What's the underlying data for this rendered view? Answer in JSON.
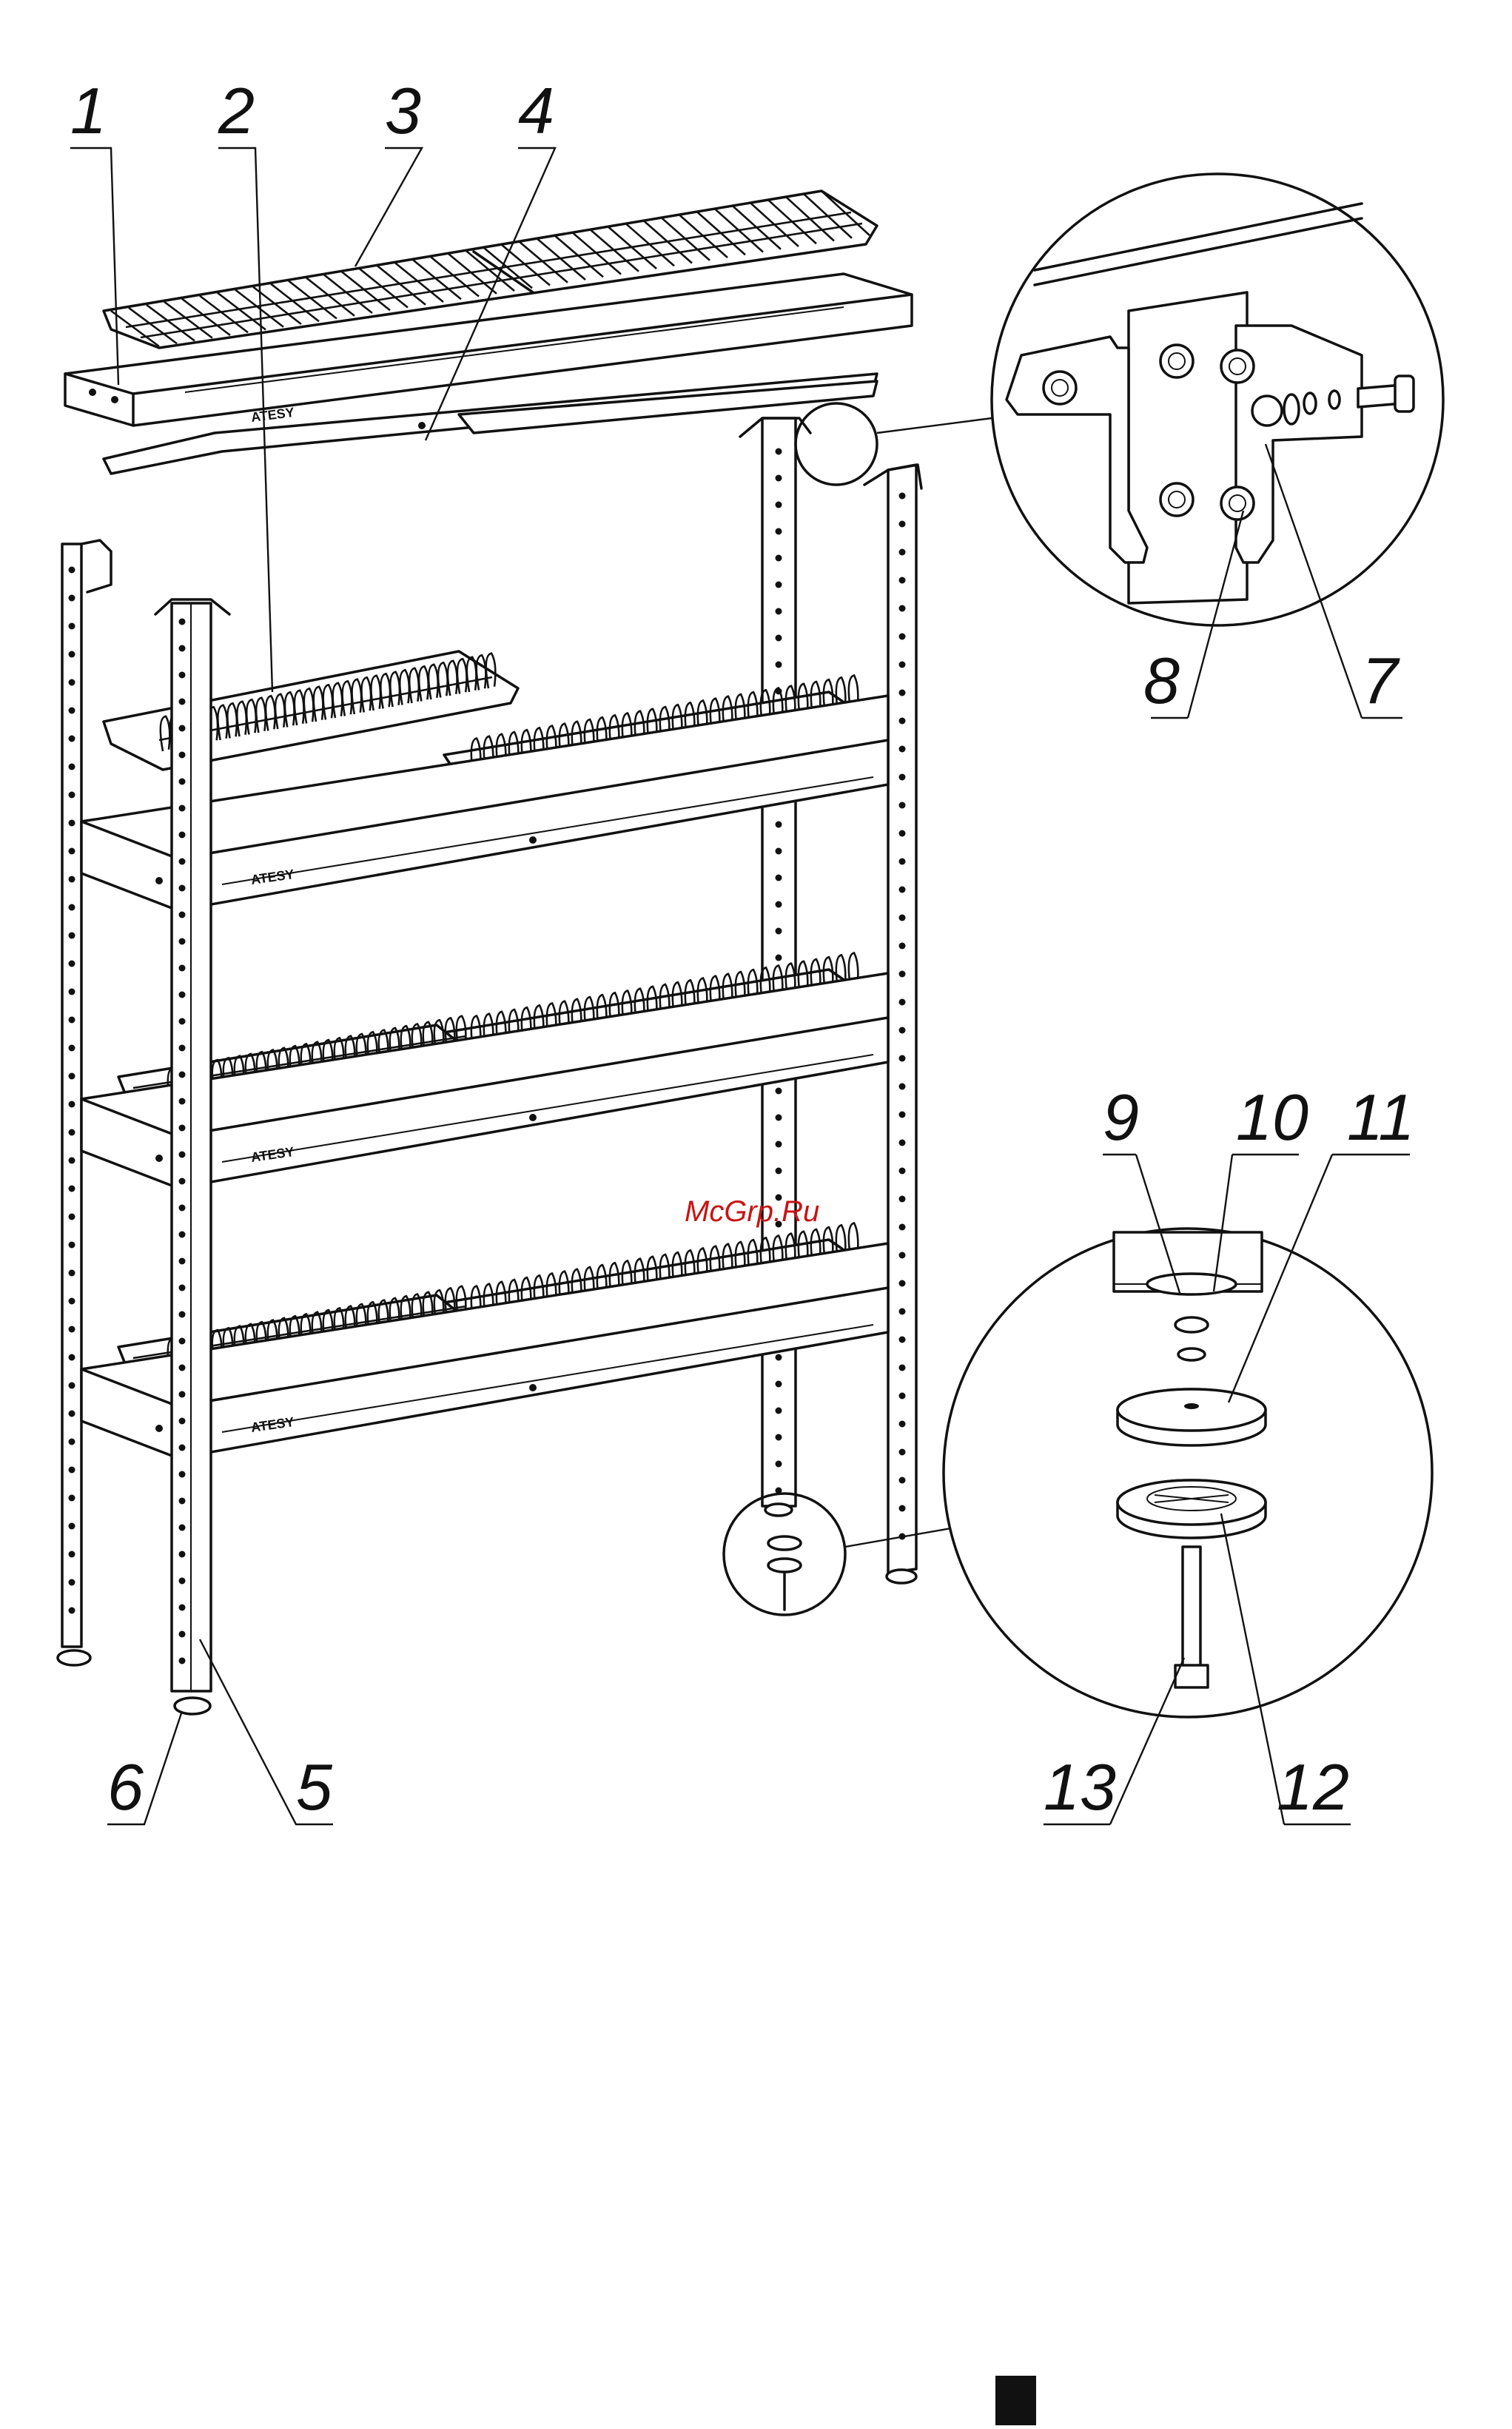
{
  "callouts": [
    "1",
    "2",
    "3",
    "4",
    "5",
    "6",
    "7",
    "8",
    "9",
    "10",
    "11",
    "12",
    "13"
  ],
  "brand_label": "ATESY",
  "watermark": "McGrp.Ru"
}
